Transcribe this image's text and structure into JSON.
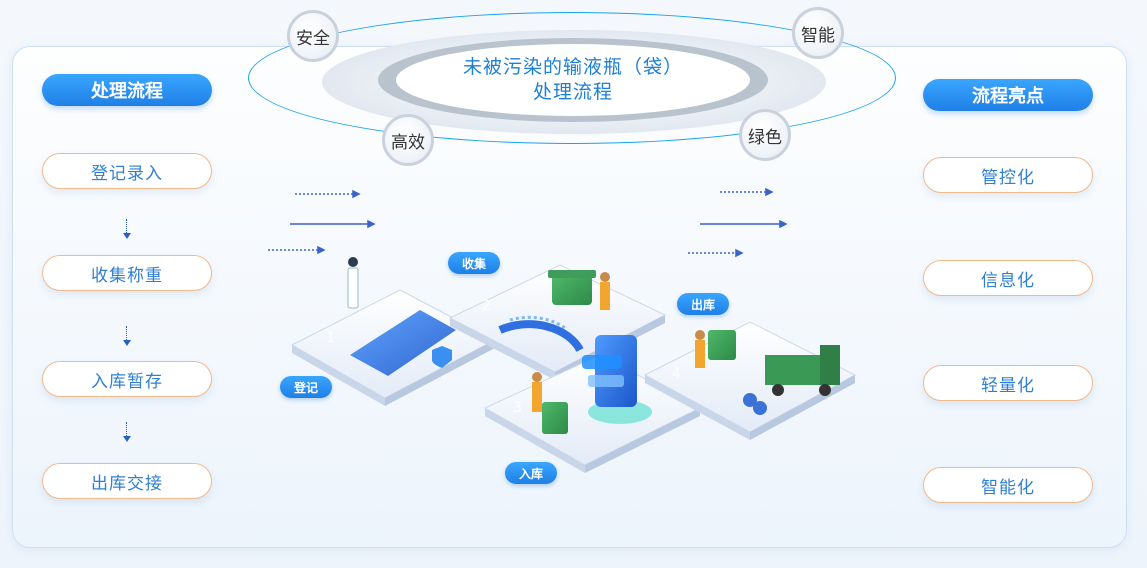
{
  "center": {
    "title_line1": "未被污染的输液瓶（袋）",
    "title_line2": "处理流程",
    "badges": [
      "安全",
      "智能",
      "高效",
      "绿色"
    ]
  },
  "left": {
    "title": "处理流程",
    "steps": [
      "登记录入",
      "收集称重",
      "入库暂存",
      "出库交接"
    ]
  },
  "right": {
    "title": "流程亮点",
    "items": [
      "管控化",
      "信息化",
      "轻量化",
      "智能化"
    ]
  },
  "illustration": {
    "labels": [
      "登记",
      "收集",
      "入库",
      "出库"
    ],
    "numbers": [
      "1",
      "2",
      "3",
      "4"
    ]
  },
  "colors": {
    "accent_blue": "#1f7fe6",
    "title_text": "#1d7fd6",
    "step_border": "#f2b98a",
    "ring": "#1aa3e8"
  }
}
